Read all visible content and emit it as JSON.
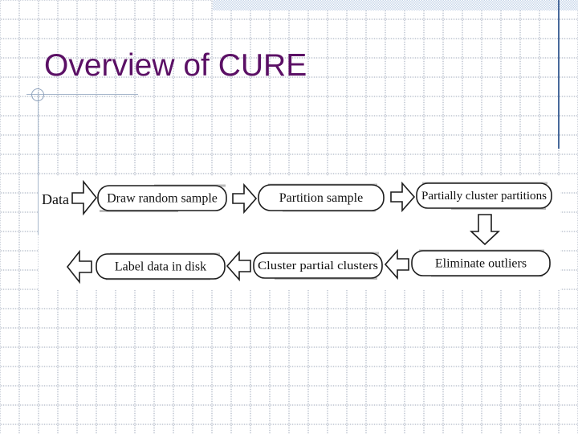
{
  "slide": {
    "title": "Overview of CURE"
  },
  "colors": {
    "title_color": "#5b1065",
    "decor_line": "#a8b8cc",
    "right_rule": "#48699b",
    "band_blue": "#c6d4e8",
    "diagram_ink": "#1c1c1c"
  },
  "flowchart": {
    "input_label": "Data",
    "row1": [
      {
        "label": "Draw random sample"
      },
      {
        "label": "Partition sample"
      },
      {
        "label": "Partially cluster partitions"
      }
    ],
    "row2": [
      {
        "label": "Label data in disk"
      },
      {
        "label": "Cluster partial clusters"
      },
      {
        "label": "Eliminate outliers"
      }
    ]
  }
}
